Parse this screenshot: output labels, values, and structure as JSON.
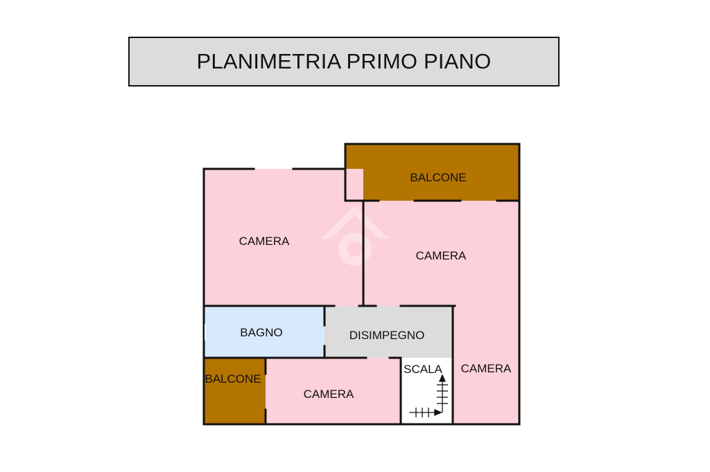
{
  "title": "PLANIMETRIA PRIMO PIANO",
  "colors": {
    "camera": "#fdd1d9",
    "bagno": "#d6eafb",
    "disimpegno": "#dcdcdc",
    "balcone": "#b37400",
    "scala": "#ffffff",
    "wall": "#111111"
  },
  "rooms": {
    "balcone_top": "BALCONE",
    "camera_top_left": "CAMERA",
    "camera_top_right": "CAMERA",
    "bagno": "BAGNO",
    "disimpegno": "DISIMPEGNO",
    "balcone_bottom": "BALCONE",
    "camera_bottom": "CAMERA",
    "scala": "SCALA",
    "camera_right": "CAMERA"
  },
  "watermark_icon": "house-logo-icon"
}
